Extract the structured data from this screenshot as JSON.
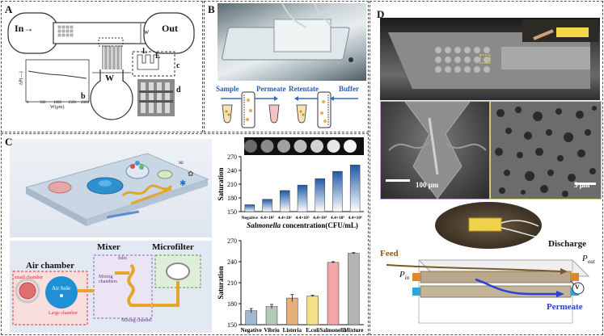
{
  "panels": {
    "A": {
      "label": "A",
      "inlet": "In→",
      "outlet": "Out",
      "dim_w_small": "w",
      "dim_W": "W",
      "dim_L1": "L",
      "dim_L2": "L",
      "sub_c": "c",
      "sub_b": "b",
      "sub_d": "d",
      "inset_ylabel": "ΔP(—)",
      "inset_xlabel": "W(μm)",
      "inset_xticks": [
        "0",
        "500",
        "1000",
        "1500",
        "2000"
      ]
    },
    "B": {
      "label": "B",
      "sample": "Sample",
      "permeate": "Permeate",
      "retentate": "Retentate",
      "buffer": "Buffer"
    },
    "C": {
      "label": "C",
      "mixer": "Mixer",
      "microfilter": "Microfilter",
      "air_chamber": "Air chamber",
      "air_hole": "Air hole",
      "small_chamber": "small chamber",
      "large_chamber": "Large chamber",
      "inlet": "Inlet",
      "mixing_chambers": "Mixing chambers",
      "mixing_channel": "Mixing channel"
    },
    "D": {
      "label": "D",
      "scale1": "100 μm",
      "scale2": "5 μm",
      "feed": "Feed",
      "discharge": "Discharge",
      "permeate": "Permeate",
      "p_in": "P",
      "p_in_sub": "in",
      "p_out": "P",
      "p_out_sub": "out",
      "v_symbol": "V"
    }
  },
  "colors": {
    "bar_blue_top": "#1f5aa6",
    "bar_blue_bottom": "#ffffff",
    "negative": "#9fb8d0",
    "vibrio": "#b2ccb3",
    "listeria": "#e5b07a",
    "ecoli": "#f4e08a",
    "salmonella": "#f3a6a8",
    "mixture": "#b5b5b5"
  },
  "chart_data": [
    {
      "type": "bar",
      "ylabel": "Saturation",
      "xlabel": "Salmonella concentration(CFU/mL)",
      "xlabel_italic_part": "Salmonella",
      "xlabel_rest": " concentration(CFU/mL)",
      "categories": [
        "Negative",
        "4.4×10¹",
        "4.4×10²",
        "4.4×10³",
        "4.4×10⁴",
        "4.4×10⁵",
        "4.4×10⁶"
      ],
      "values": [
        165,
        177,
        196,
        208,
        222,
        238,
        252
      ],
      "ylim": [
        150,
        270
      ],
      "yticks": [
        150,
        180,
        210,
        240,
        270
      ],
      "grid": false
    },
    {
      "type": "bar",
      "ylabel": "Saturation",
      "categories": [
        "Negative",
        "Vibrio",
        "Listeria",
        "E.coli",
        "Salmonella",
        "Mixture"
      ],
      "values": [
        170,
        176,
        188,
        191,
        239,
        252
      ],
      "errors": [
        3,
        3,
        5,
        1,
        1,
        1
      ],
      "ylim": [
        150,
        270
      ],
      "yticks": [
        150,
        180,
        210,
        240,
        270
      ],
      "grid": false
    }
  ]
}
